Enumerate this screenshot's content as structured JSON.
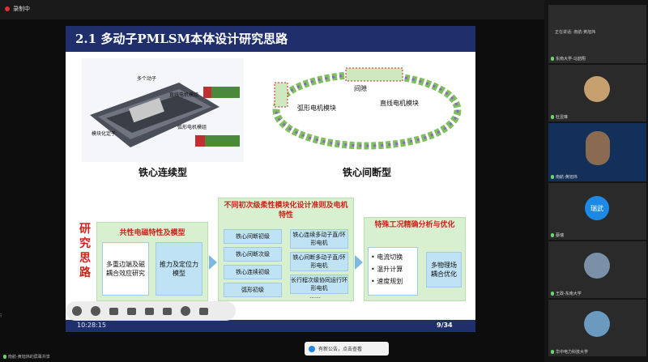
{
  "window": {
    "recording_label": "录制中"
  },
  "slide": {
    "title": "2.1 多动子PMLSM本体设计研究思路",
    "left_img": {
      "label_top": "多个动子",
      "label_linear": "直线电机模组",
      "label_arc": "弧形电机模组",
      "label_stator": "模块化定子"
    },
    "right_img": {
      "label_gap": "间隙",
      "label_arc": "弧形电机模块",
      "label_linear": "直线电机模块"
    },
    "caption_left": "铁心连续型",
    "caption_right": "铁心间断型",
    "side_title_chars": [
      "研",
      "究",
      "思",
      "路"
    ],
    "panel1": {
      "title": "共性电磁特性及模型",
      "cell_a": "多重边端及磁耦合效应研究",
      "cell_b": "推力及定位力模型"
    },
    "panel2": {
      "title": "不同初次级柔性模块化设计准则及电机特性",
      "left_items": [
        "铁心间断初级",
        "铁心间断次级",
        "铁心连续初级",
        "弧形初级"
      ],
      "right_items": [
        "铁心连续多动子直/环形电机",
        "铁心间断多动子直/环形电机",
        "长行程次级协同运行环形电机"
      ],
      "ellipsis": "……"
    },
    "panel3": {
      "title": "特殊工况精确分析与优化",
      "bullets": [
        "电流切换",
        "温升计算",
        "速度规划"
      ],
      "cell": "多物理场耦合优化"
    },
    "footer_time": "10:28:15",
    "page": "9/34"
  },
  "participants": [
    {
      "name": "正在讲话: 南航-黄旭炜",
      "role": "top-banner"
    },
    {
      "name": "东南大学-马喆翔"
    },
    {
      "name": "杜昱琳"
    },
    {
      "name": "南航-黄旭炜"
    },
    {
      "name": "蔡瑞",
      "avatar_text": "瑞武"
    },
    {
      "name": "王政-东南大学"
    },
    {
      "name": "华中电力科技大学"
    }
  ],
  "bottom": {
    "left_name": "南航-黄旭炜的屏幕共享",
    "notice": "有新公告，点击查看"
  },
  "colors": {
    "slide_header": "#1f2f6c",
    "accent_red": "#d0211b",
    "panel_green": "#d8f0d0",
    "cell_blue": "#bfe3f5",
    "avatar_blue": "#1e88e5"
  }
}
